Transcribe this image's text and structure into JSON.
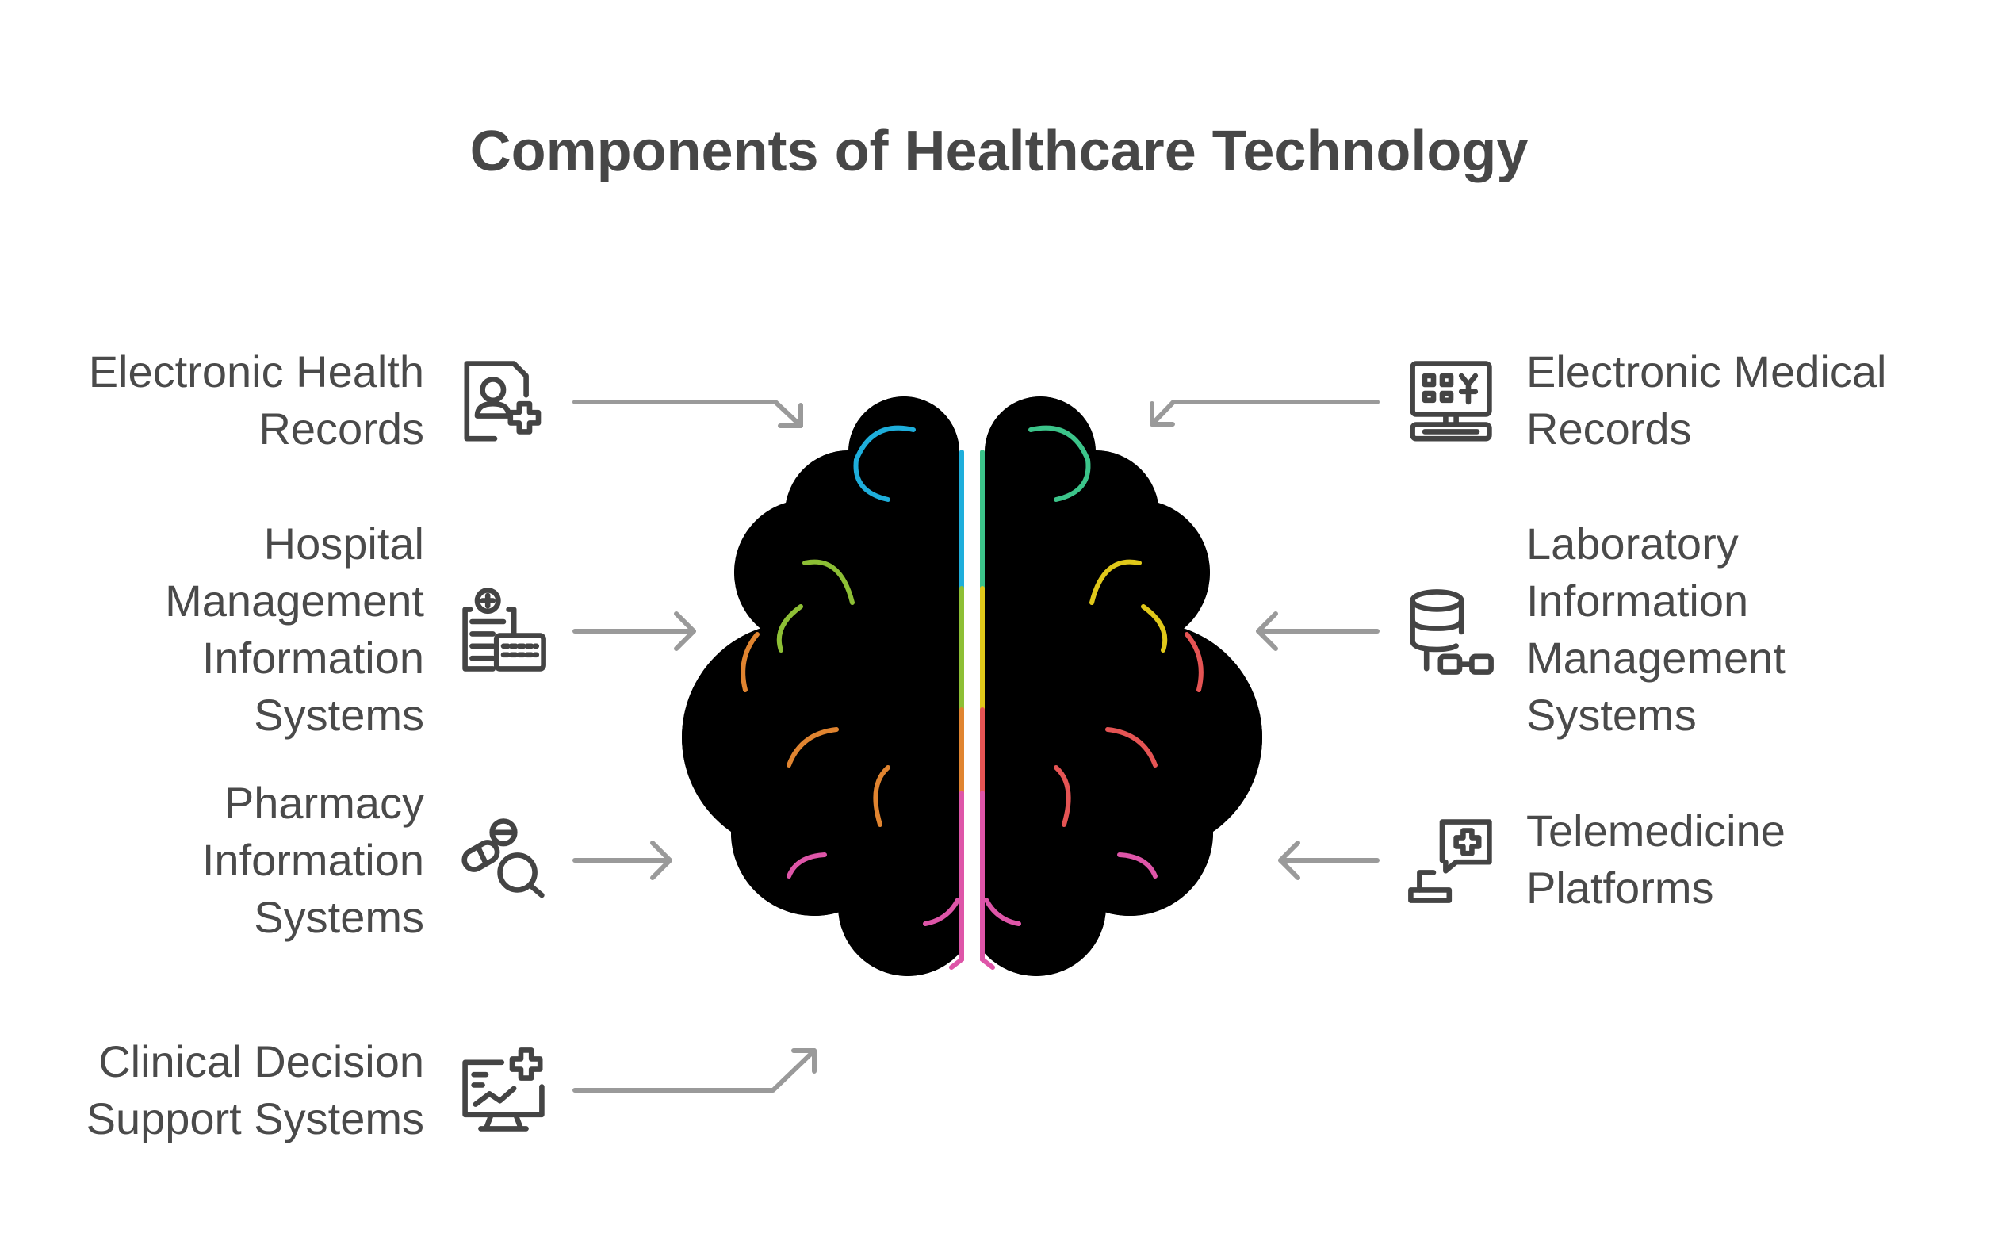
{
  "title": "Components of Healthcare Technology",
  "left_items": [
    {
      "lines": [
        "Electronic Health",
        "Records"
      ],
      "icon": "patient-record-plus-icon",
      "color": "#1eaedb"
    },
    {
      "lines": [
        "Hospital",
        "Management",
        "Information",
        "Systems"
      ],
      "icon": "hospital-document-keyboard-icon",
      "color": "#8dbf35"
    },
    {
      "lines": [
        "Pharmacy",
        "Information",
        "Systems"
      ],
      "icon": "pill-search-icon",
      "color": "#e08430"
    },
    {
      "lines": [
        "Clinical Decision",
        "Support Systems"
      ],
      "icon": "monitor-chart-plus-icon",
      "color": "#de55a8"
    }
  ],
  "right_items": [
    {
      "lines": [
        "Electronic Medical",
        "Records"
      ],
      "icon": "computer-records-icon",
      "color": "#3cc48a"
    },
    {
      "lines": [
        "Laboratory",
        "Information",
        "Management",
        "Systems"
      ],
      "icon": "database-link-icon",
      "color": "#e0c81a"
    },
    {
      "lines": [
        "Telemedicine",
        "Platforms"
      ],
      "icon": "laptop-chat-plus-icon",
      "color": "#e55454"
    }
  ]
}
